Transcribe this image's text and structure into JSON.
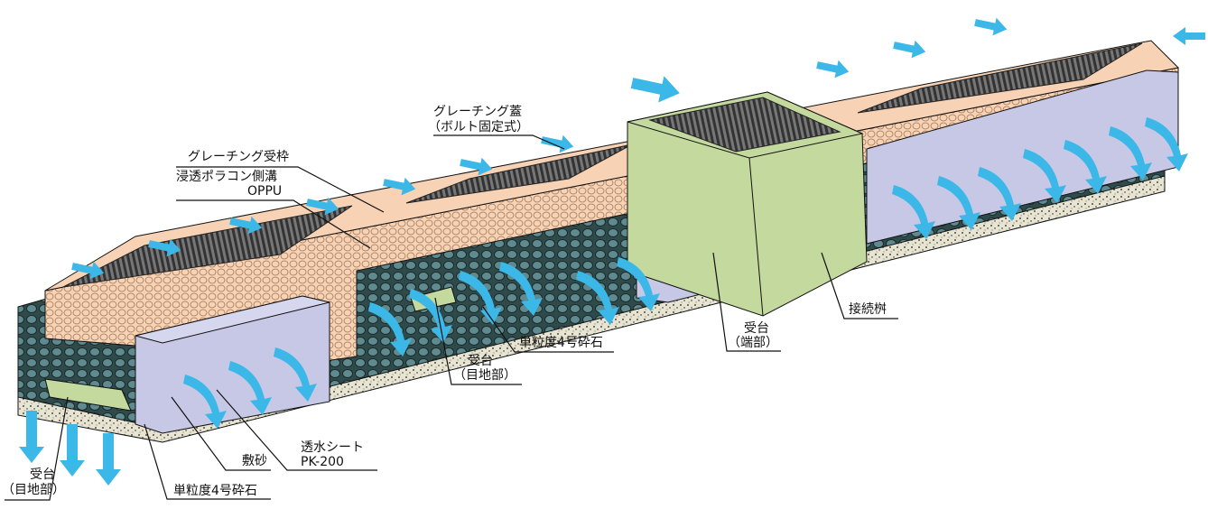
{
  "labels": {
    "grating_cover": "グレーチング蓋",
    "grating_cover_sub": "（ボルト固定式）",
    "grating_frame": "グレーチング受枠",
    "channel": "浸透ポラコン側溝",
    "channel_sub": "OPPU",
    "crushed_stone_mid": "単粒度4号砕石",
    "support_joint_mid": "受台",
    "support_joint_mid_sub": "（目地部）",
    "support_end": "受台",
    "support_end_sub": "（端部）",
    "connection_basin": "接続桝",
    "bedding_sand": "敷砂",
    "permeable_sheet": "透水シート",
    "permeable_sheet_sub": "PK-200",
    "support_joint_left": "受台",
    "support_joint_left_sub": "（目地部）",
    "crushed_stone_left": "単粒度4号砕石"
  },
  "colors": {
    "concrete": "#f8d2b4",
    "gravel": "#2f4a4a",
    "sheet": "#c6c8e6",
    "sand": "#e8e4d2",
    "basin": "#c4d99e",
    "arrow": "#3bb7e8",
    "grating": "#555555"
  }
}
